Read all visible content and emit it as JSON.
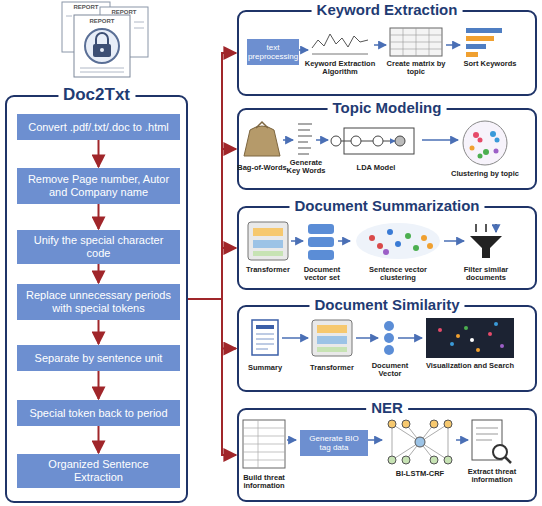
{
  "diagram": {
    "nodes": [
      {
        "text": [
          "Doc2Txt"
        ]
      },
      {
        "text": [
          "Convert .pdf/.txt/.doc to .html"
        ],
        "in": 0
      },
      {
        "text": [
          "Remove Page number, Autor and Company name"
        ],
        "in": 0
      },
      {
        "text": [
          "Unify the special character code"
        ],
        "in": 0
      },
      {
        "text": [
          "Replace unnecessary periods with special tokens"
        ],
        "in": 0
      },
      {
        "text": [
          "Separate by sentence unit"
        ],
        "in": 0
      },
      {
        "text": [
          "Special token back to period"
        ],
        "in": 0
      },
      {
        "text": [
          "Organized Sentence Extraction"
        ],
        "in": 0
      },
      {
        "text": [
          "Keyword Extraction"
        ]
      },
      {
        "text": [
          "text preprocessing"
        ],
        "in": 8
      },
      {
        "text": [
          "Topic Modeling"
        ]
      },
      {
        "text": [
          "Document Summarization"
        ]
      },
      {
        "text": [
          "Document Similarity"
        ]
      },
      {
        "text": [
          "NER"
        ]
      },
      {
        "text": [
          "Generate BIO tag data"
        ],
        "in": 13
      }
    ],
    "edges": [
      {
        "from": 1,
        "to": 2,
        "arrow": "to"
      },
      {
        "from": 2,
        "to": 3,
        "arrow": "to"
      },
      {
        "from": 3,
        "to": 4,
        "arrow": "to"
      },
      {
        "from": 4,
        "to": 5,
        "arrow": "to"
      },
      {
        "from": 5,
        "to": 6,
        "arrow": "to"
      },
      {
        "from": 6,
        "to": 7,
        "arrow": "to"
      },
      {
        "from": 0,
        "to": 8,
        "arrow": "to"
      },
      {
        "from": 0,
        "to": 10,
        "arrow": "to"
      },
      {
        "from": 0,
        "to": 11,
        "arrow": "to"
      },
      {
        "from": 0,
        "to": 12,
        "arrow": "to"
      },
      {
        "from": 0,
        "to": 13,
        "arrow": "to"
      }
    ],
    "labels": [
      "REPORT",
      "REPORT",
      "REPORT",
      "Keyword Extraction Algorithm",
      "Create matrix by topic",
      "Sort Keywords",
      "Bag-of-Words",
      "Generate Key Words",
      "LDA Model",
      "Clustering by topic",
      "Transformer",
      "Document vector set",
      "Sentence vector clustering",
      "Filter similar documents",
      "Summary",
      "Transformer",
      "Document Vector",
      "Visualization and Search",
      "Build threat information",
      "BI-LSTM-CRF",
      "Extract threat information"
    ]
  }
}
